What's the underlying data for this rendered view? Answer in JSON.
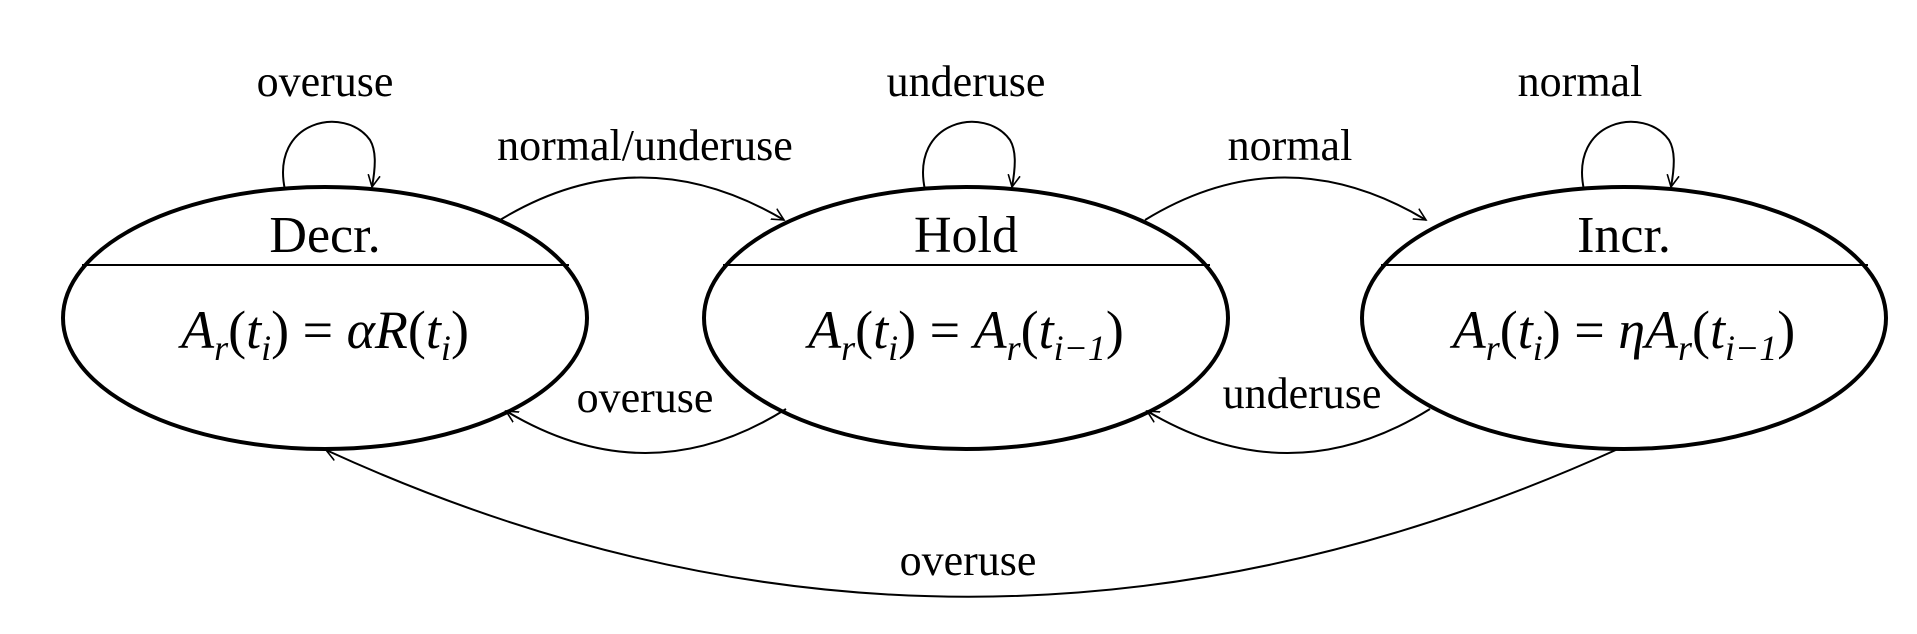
{
  "states": [
    {
      "id": "decr",
      "title": "Decr.",
      "formula": {
        "A": "A",
        "r": "r",
        "t": "t",
        "i": "i",
        "eq": "=",
        "alpha": "α",
        "R": "R"
      }
    },
    {
      "id": "hold",
      "title": "Hold",
      "formula": {
        "A": "A",
        "r": "r",
        "t": "t",
        "i": "i",
        "eq": "=",
        "A2": "A",
        "r2": "r",
        "t2": "t",
        "sub2": "i−1"
      }
    },
    {
      "id": "incr",
      "title": "Incr.",
      "formula": {
        "A": "A",
        "r": "r",
        "t": "t",
        "i": "i",
        "eq": "=",
        "eta": "η",
        "A2": "A",
        "r2": "r",
        "t2": "t",
        "sub2": "i−1"
      }
    }
  ],
  "transitions": {
    "decr_self": "overuse",
    "hold_self": "underuse",
    "incr_self": "normal",
    "decr_to_hold": "normal/underuse",
    "hold_to_decr": "overuse",
    "hold_to_incr": "normal",
    "incr_to_hold": "underuse",
    "incr_to_decr": "overuse"
  }
}
